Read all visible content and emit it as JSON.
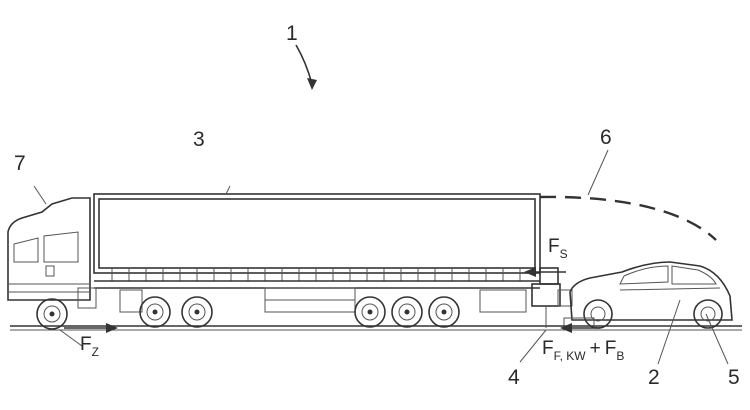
{
  "figure": {
    "labels": {
      "system": "1",
      "car": "2",
      "trailer": "3",
      "coupler": "4",
      "wheel": "5",
      "trajectory": "6",
      "tractor": "7"
    },
    "forces": {
      "f_s": {
        "main": "F",
        "sub": "S"
      },
      "f_z": {
        "main": "F",
        "sub": "Z"
      },
      "f_combo": {
        "main1": "F",
        "sub1": "F, KW",
        "plus": "+",
        "main2": "F",
        "sub2": "B"
      }
    }
  }
}
